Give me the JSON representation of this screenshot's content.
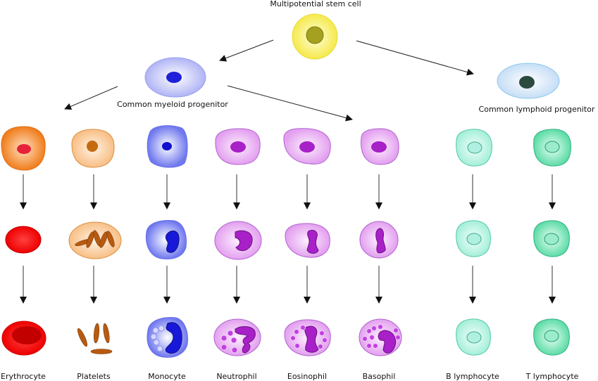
{
  "title": "Multipotential stem cell",
  "progenitors": {
    "myeloid": "Common myeloid progenitor",
    "lymphoid": "Common lymphoid progenitor"
  },
  "cells": [
    {
      "label": "Erythrocyte",
      "color": "#f08a2a"
    },
    {
      "label": "Platelets",
      "color": "#f7c08a"
    },
    {
      "label": "Monocyte",
      "color": "#7b82f0"
    },
    {
      "label": "Neutrophil",
      "color": "#e6a6f0"
    },
    {
      "label": "Eosinophil",
      "color": "#e6a6f0"
    },
    {
      "label": "Basophil",
      "color": "#e6a6f0"
    },
    {
      "label": "B lymphocyte",
      "color": "#a8f0dc"
    },
    {
      "label": "T lymphocyte",
      "color": "#6ee0b0"
    }
  ]
}
